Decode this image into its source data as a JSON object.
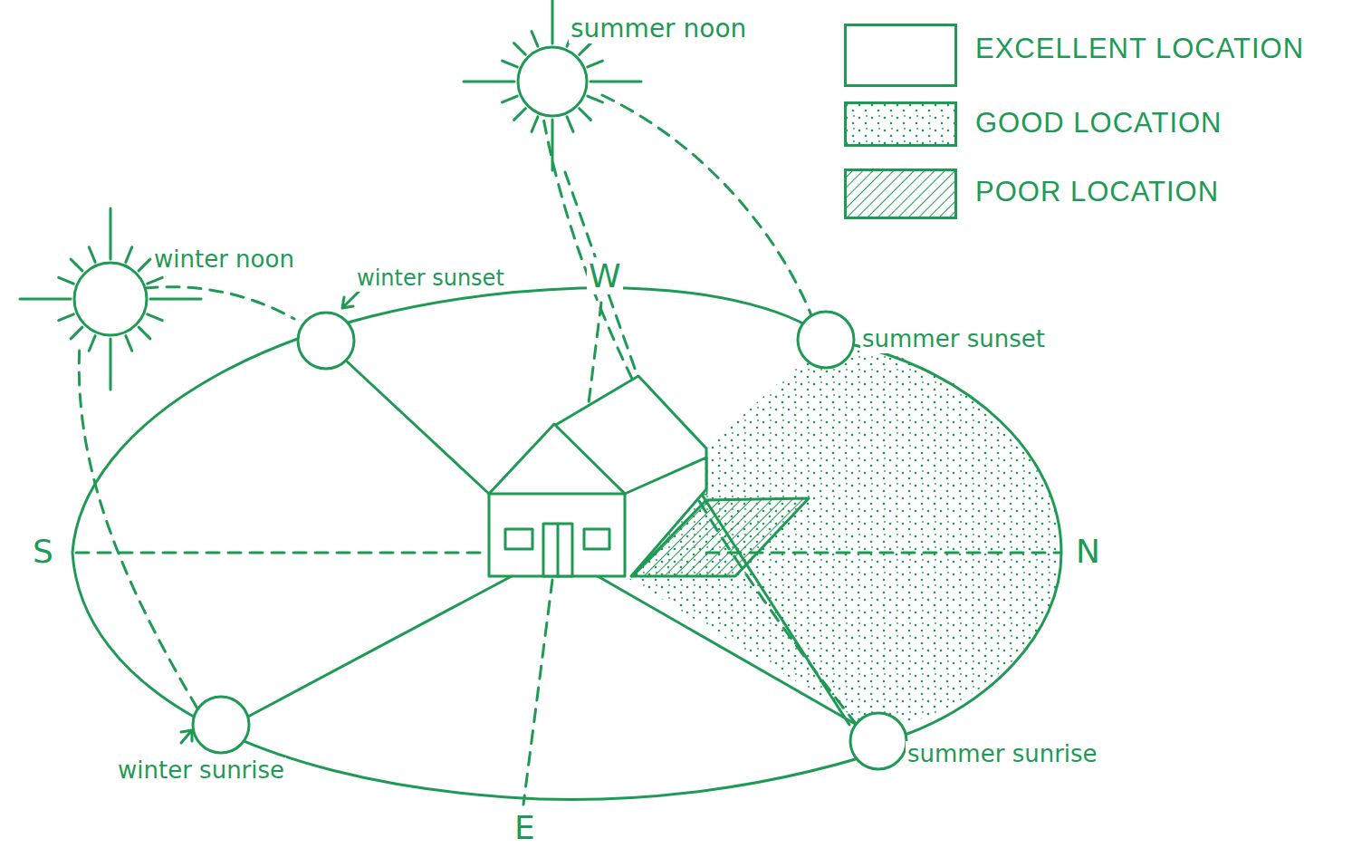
{
  "diagram": {
    "labels": [
      "summer noon",
      "winter noon",
      "winter sunset",
      "W",
      "summer sunset",
      "S",
      "N",
      "winter sunrise",
      "summer sunrise",
      "E"
    ],
    "legend": [
      {
        "text": "EXCELLENT LOCATION",
        "color": "#ffffff"
      },
      {
        "text": "GOOD LOCATION"
      },
      {
        "text": "POOR LOCATION"
      }
    ]
  }
}
